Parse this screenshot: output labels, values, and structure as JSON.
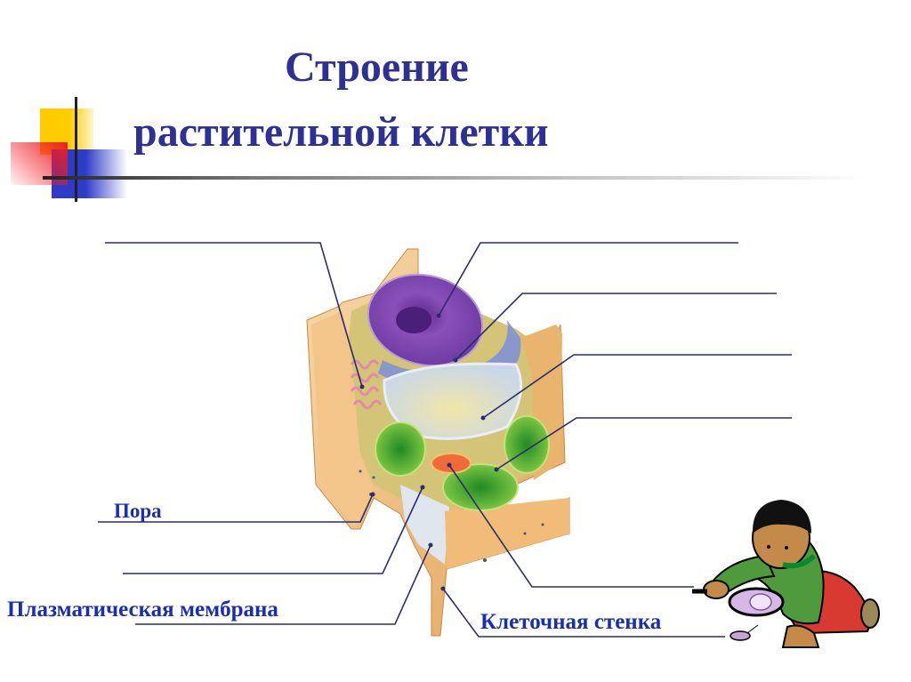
{
  "slide": {
    "title_line1": "Строение",
    "title_line2": "растительной клетки"
  },
  "labels": {
    "pore": "Пора",
    "plasma_membrane": "Плазматическая мембрана",
    "cell_wall": "Клеточная стенка"
  },
  "blank_label_lines": [
    {
      "id": "golgi",
      "filled": false
    },
    {
      "id": "nucleus",
      "filled": false
    },
    {
      "id": "endoplasmic-reticulum",
      "filled": false
    },
    {
      "id": "vacuole",
      "filled": false
    },
    {
      "id": "chloroplast",
      "filled": false
    },
    {
      "id": "mitochondrion",
      "filled": false
    },
    {
      "id": "cytoplasm",
      "filled": false
    }
  ],
  "colors": {
    "title": "#2e3192",
    "label": "#1a2fb0",
    "leader_line": "#2b2d6e",
    "deco_yellow": "#ffcc00",
    "deco_red": "#ee1c24",
    "deco_blue": "#2e3bc8"
  }
}
